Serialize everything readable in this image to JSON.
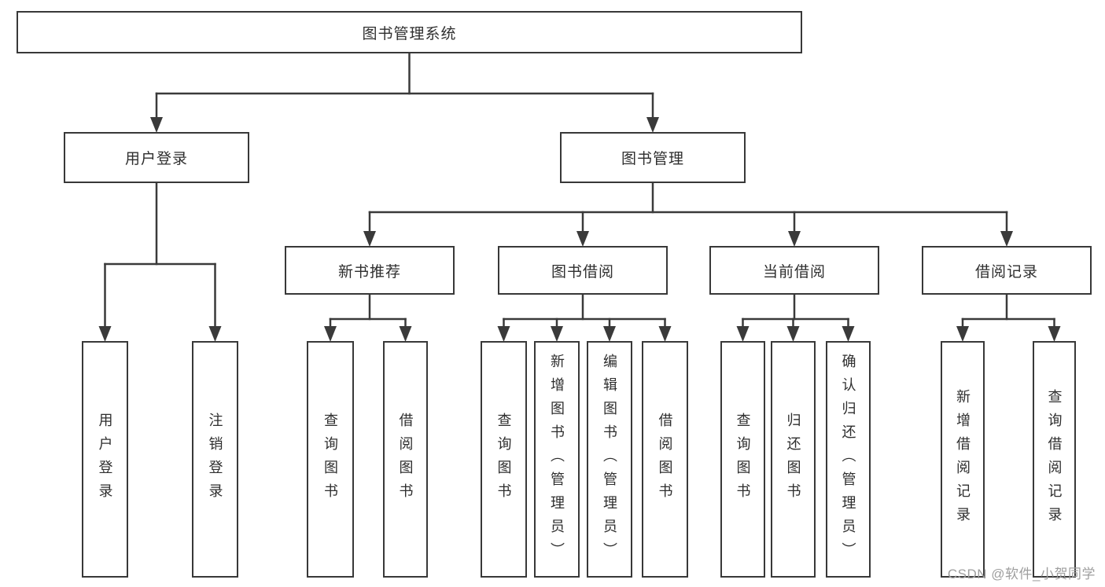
{
  "tree": {
    "label": "图书管理系统",
    "children": [
      {
        "label": "用户登录",
        "children": [
          {
            "label": "用户登录"
          },
          {
            "label": "注销登录"
          }
        ]
      },
      {
        "label": "图书管理",
        "children": [
          {
            "label": "新书推荐",
            "children": [
              {
                "label": "查询图书"
              },
              {
                "label": "借阅图书"
              }
            ]
          },
          {
            "label": "图书借阅",
            "children": [
              {
                "label": "查询图书"
              },
              {
                "label": "新增图书（管理员）"
              },
              {
                "label": "编辑图书（管理员）"
              },
              {
                "label": "借阅图书"
              }
            ]
          },
          {
            "label": "当前借阅",
            "children": [
              {
                "label": "查询图书"
              },
              {
                "label": "归还图书"
              },
              {
                "label": "确认归还（管理员）"
              }
            ]
          },
          {
            "label": "借阅记录",
            "children": [
              {
                "label": "新增借阅记录"
              },
              {
                "label": "查询借阅记录"
              }
            ]
          }
        ]
      }
    ]
  },
  "watermark": "CSDN @软件_小贺同学",
  "colors": {
    "line": "#3a3a3a",
    "box_border": "#383838",
    "text": "#2e2e2e",
    "watermark": "#9e9e9e",
    "background": "#ffffff"
  }
}
